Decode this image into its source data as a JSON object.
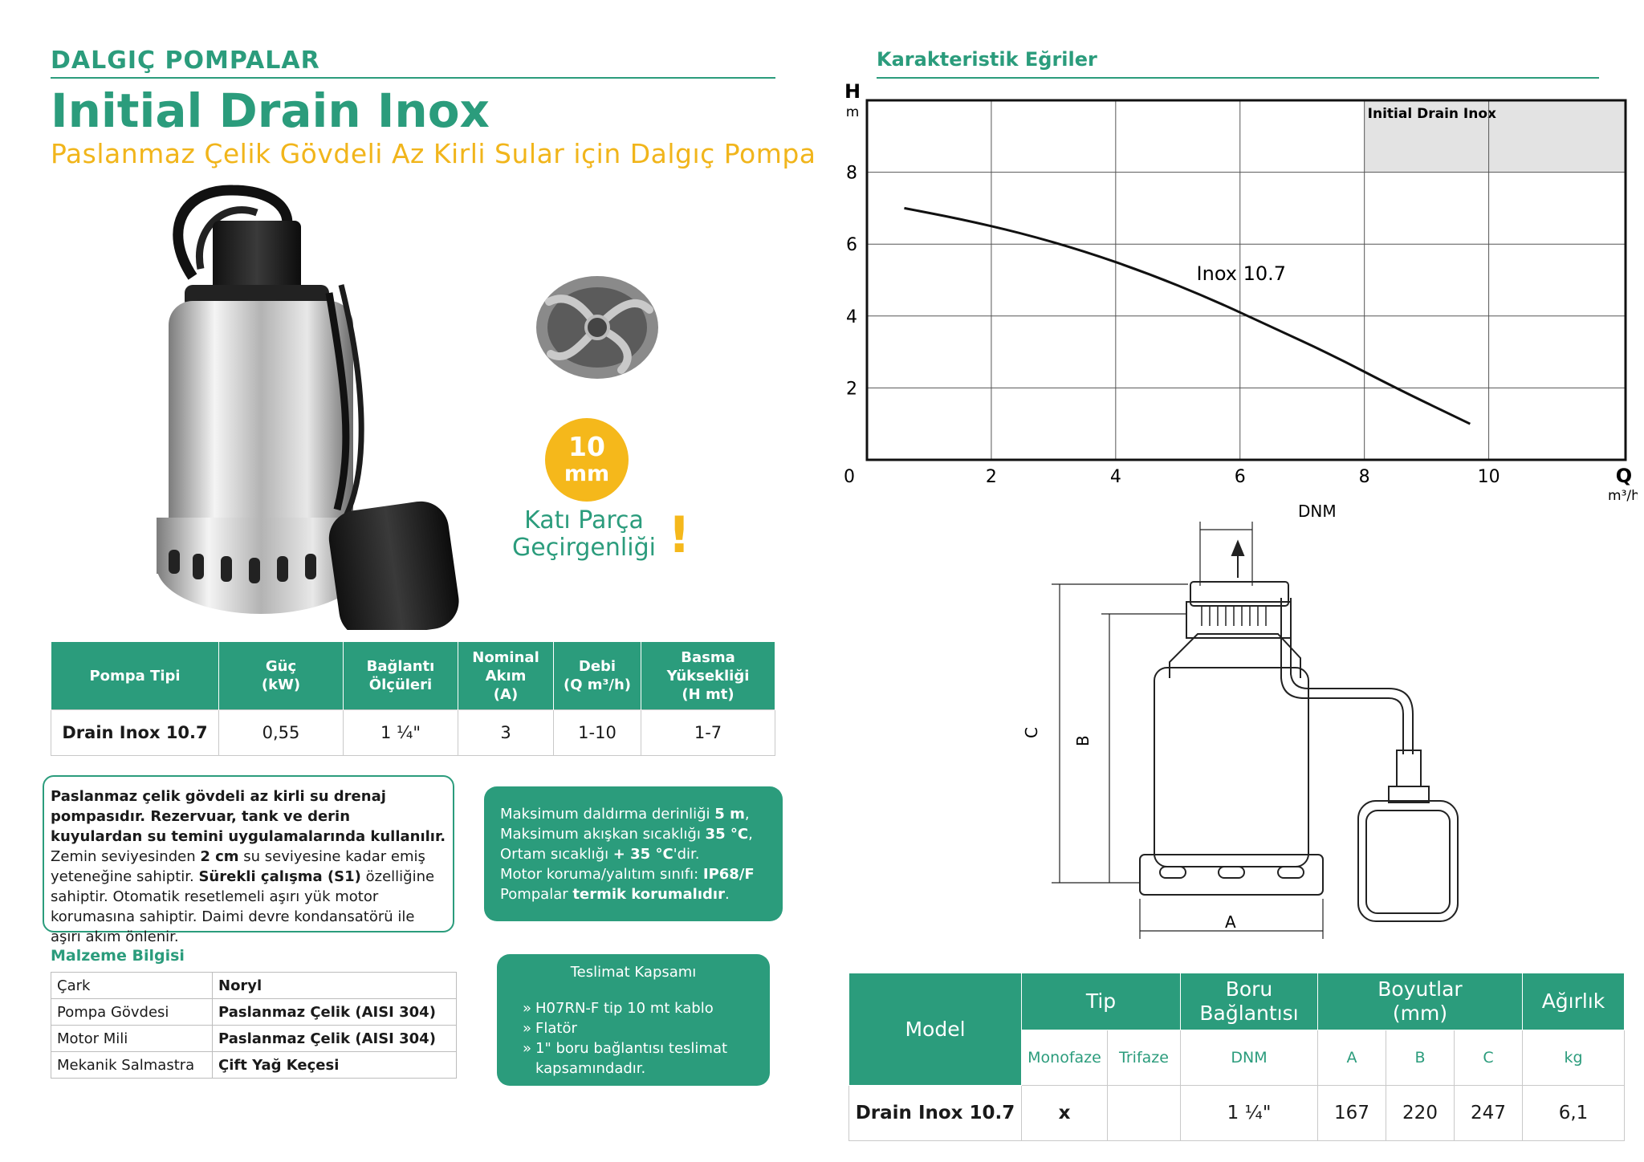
{
  "header": {
    "category": "DALGIÇ POMPALAR",
    "title": "Initial Drain Inox",
    "subtitle": "Paslanmaz Çelik Gövdeli Az Kirli Sular için Dalgıç Pompa"
  },
  "badge": {
    "value": "10",
    "unit": "mm",
    "line1": "Katı Parça",
    "line2": "Geçirgenliği",
    "mark": "!"
  },
  "spec_table": {
    "headers": [
      "Pompa Tipi",
      "Güç\n(kW)",
      "Bağlantı\nÖlçüleri",
      "Nominal\nAkım\n(A)",
      "Debi\n(Q m³/h)",
      "Basma Yüksekliği\n(H mt)"
    ],
    "row": [
      "Drain Inox 10.7",
      "0,55",
      "1 ¼\"",
      "3",
      "1-10",
      "1-7"
    ]
  },
  "description": {
    "bold1": "Paslanmaz çelik gövdeli az kirli su drenaj pompasıdır. Rezervuar, tank ve derin kuyulardan su temini uygulamalarında kullanılır.",
    "text1": " Zemin seviyesinden ",
    "bold2": "2 cm",
    "text2": " su seviyesine kadar emiş yeteneğine sahiptir. ",
    "bold3": "Sürekli çalışma (S1)",
    "text3": " özelliğine sahiptir. Otomatik resetlemeli aşırı yük motor korumasına sahiptir. Daimi devre kondansatörü ile aşırı akım önlenir."
  },
  "conditions": [
    {
      "text": "Maksimum daldırma derinliği ",
      "bold": "5 m",
      "after": ","
    },
    {
      "text": "Maksimum akışkan sıcaklığı ",
      "bold": "35 °C",
      "after": ","
    },
    {
      "text": "Ortam sıcaklığı ",
      "bold": "+ 35 °C",
      "after": "'dir."
    },
    {
      "text": "Motor koruma/yalıtım sınıfı: ",
      "bold": "IP68/F",
      "after": ""
    },
    {
      "text": "Pompalar ",
      "bold": "termik korumalıdır",
      "after": "."
    }
  ],
  "materials": {
    "title": "Malzeme Bilgisi",
    "rows": [
      {
        "part": "Çark",
        "value": "Noryl"
      },
      {
        "part": "Pompa Gövdesi",
        "value": "Paslanmaz Çelik (AISI 304)"
      },
      {
        "part": "Motor Mili",
        "value": "Paslanmaz Çelik (AISI 304)"
      },
      {
        "part": "Mekanik Salmastra",
        "value": "Çift Yağ Keçesi"
      }
    ]
  },
  "delivery": {
    "title": "Teslimat Kapsamı",
    "items": [
      "H07RN-F tip 10 mt kablo",
      "Flatör",
      "1\" boru bağlantısı teslimat kapsamındadır."
    ]
  },
  "curves_title": "Karakteristik Eğriler",
  "chart_data": {
    "type": "line",
    "title": "Initial Drain Inox",
    "ylabel": "H",
    "yunit": "m",
    "xlabel": "Q",
    "xunit": "m³/h",
    "xlim": [
      0,
      12.2
    ],
    "ylim": [
      0,
      10
    ],
    "xticks": [
      0,
      2,
      4,
      6,
      8,
      10
    ],
    "yticks": [
      2,
      4,
      6,
      8
    ],
    "series": [
      {
        "name": "Inox 10.7",
        "x": [
          0.6,
          1.5,
          2.5,
          3.5,
          4.5,
          5.5,
          6.5,
          7.5,
          8.5,
          9.7
        ],
        "y": [
          7.0,
          6.7,
          6.3,
          5.8,
          5.2,
          4.5,
          3.7,
          2.9,
          2.0,
          1.0
        ]
      }
    ]
  },
  "drawing_labels": {
    "dnm": "DNM",
    "a": "A",
    "b": "B",
    "c": "C"
  },
  "dim_table": {
    "h_model": "Model",
    "h_tip": "Tip",
    "h_pipe1": "Boru",
    "h_pipe2": "Bağlantısı",
    "h_dims1": "Boyutlar",
    "h_dims2": "(mm)",
    "h_weight": "Ağırlık",
    "s_mono": "Monofaze",
    "s_tri": "Trifaze",
    "s_dnm": "DNM",
    "s_a": "A",
    "s_b": "B",
    "s_c": "C",
    "s_kg": "kg",
    "row": {
      "model": "Drain Inox 10.7",
      "mono": "x",
      "tri": "",
      "dnm": "1 ¼\"",
      "a": "167",
      "b": "220",
      "c": "247",
      "kg": "6,1"
    }
  },
  "colors": {
    "accent": "#2b9c7c",
    "highlight": "#f1b51b"
  }
}
